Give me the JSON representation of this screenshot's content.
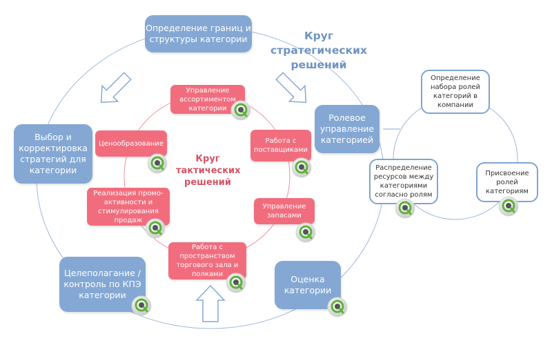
{
  "strategic_circle": {
    "title": "Круг стратегических решений",
    "color": "#84a8d3",
    "nodes": [
      {
        "label": "Определение границ и структуры категории"
      },
      {
        "label": "Ролевое управление категорией"
      },
      {
        "label": "Оценка категории"
      },
      {
        "label": "Целеполагание / контроль по КПЭ категории"
      },
      {
        "label": "Выбор и корректировка стратегий для категории"
      }
    ]
  },
  "tactical_circle": {
    "title": "Круг тактических решений",
    "color": "#f16d7e",
    "nodes": [
      {
        "label": "Управление ассортиментом категории"
      },
      {
        "label": "Работа с поставщиками"
      },
      {
        "label": "Управление запасами"
      },
      {
        "label": "Работа с пространством торгового зала и полками"
      },
      {
        "label": "Реализация промо-активности и стимулирования продаж"
      },
      {
        "label": "Ценообразование"
      }
    ]
  },
  "role_circle": {
    "nodes": [
      {
        "label": "Определение набора ролей категорий в компании"
      },
      {
        "label": "Присвоение ролей категориям"
      },
      {
        "label": "Распределение ресурсов между категориями согласно ролям"
      }
    ]
  },
  "icons": {
    "qlik": "qlik-view-icon"
  }
}
